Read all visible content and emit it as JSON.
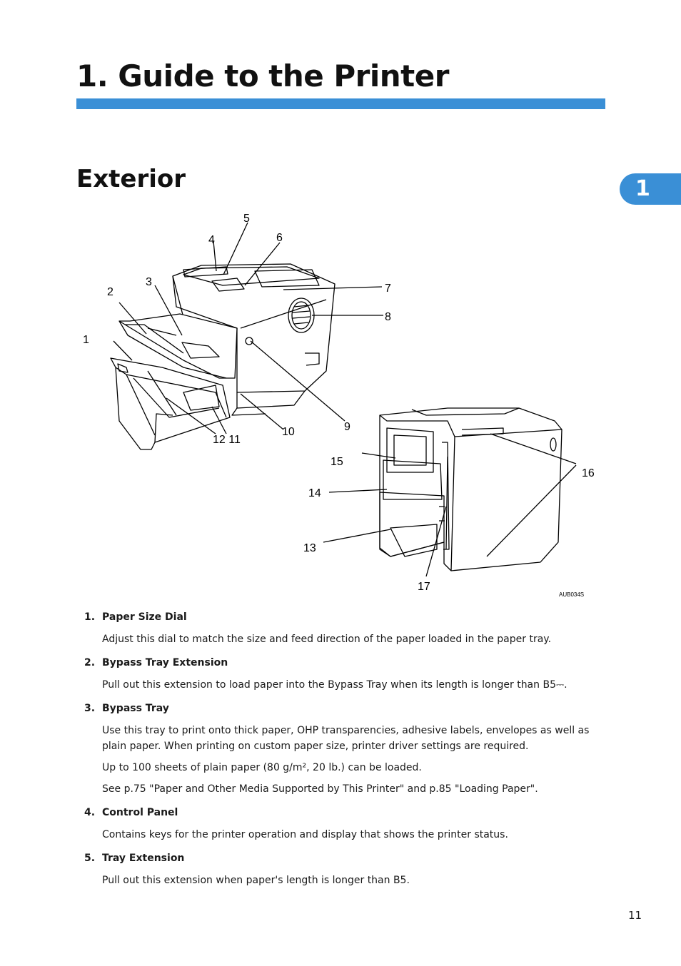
{
  "chapter": {
    "title": "1. Guide to the Printer",
    "tab_number": "1"
  },
  "section": {
    "title": "Exterior"
  },
  "figure": {
    "callouts": [
      "1",
      "2",
      "3",
      "4",
      "5",
      "6",
      "7",
      "8",
      "9",
      "10",
      "12 11",
      "13",
      "14",
      "15",
      "16",
      "17"
    ],
    "code": "AUB034S"
  },
  "items": [
    {
      "number": "1.",
      "title": "Paper Size Dial",
      "desc": [
        "Adjust this dial to match the size and feed direction of the paper loaded in the paper tray."
      ]
    },
    {
      "number": "2.",
      "title": "Bypass Tray Extension",
      "desc": [
        "Pull out this extension to load paper into the Bypass Tray when its length is longer than B5⎓."
      ]
    },
    {
      "number": "3.",
      "title": "Bypass Tray",
      "desc": [
        "Use this tray to print onto thick paper, OHP transparencies, adhesive labels, envelopes as well as plain paper. When printing on custom paper size, printer driver settings are required.",
        "Up to 100 sheets of plain paper (80 g/m², 20 lb.) can be loaded.",
        "See p.75  \"Paper and Other Media Supported by This Printer\" and p.85  \"Loading Paper\"."
      ]
    },
    {
      "number": "4.",
      "title": "Control Panel",
      "desc": [
        "Contains keys for the printer operation and display that shows the printer status."
      ]
    },
    {
      "number": "5.",
      "title": "Tray Extension",
      "desc": [
        "Pull out this extension when paper's length is longer than B5."
      ]
    }
  ],
  "page_number": "11"
}
